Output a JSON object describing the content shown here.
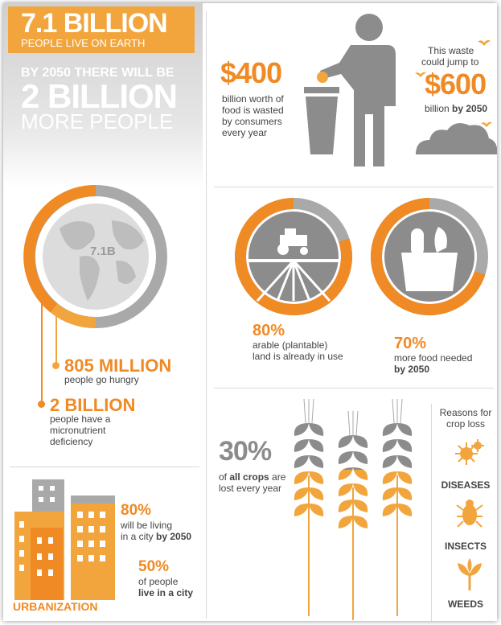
{
  "population": {
    "headline": "7.1 BILLION",
    "subline": "PEOPLE LIVE ON EARTH",
    "by_2050": "BY 2050 THERE WILL BE",
    "two_billion": "2 BILLION",
    "more_people": "MORE PEOPLE",
    "globe_label": "7.1B"
  },
  "hunger": {
    "value": "805 MILLION",
    "text": "people go hungry"
  },
  "micronutrient": {
    "value": "2 BILLION",
    "line1": "people have a",
    "line2": "micronutrient",
    "line3": "deficiency"
  },
  "urbanization": {
    "title": "URBANIZATION",
    "stat1_value": "80%",
    "stat1_line1": "will be living",
    "stat1_line2_a": "in a city ",
    "stat1_line2_b": "by 2050",
    "stat2_value": "50%",
    "stat2_line1": "of people",
    "stat2_line2": "live in a city"
  },
  "waste": {
    "value": "$400",
    "line1": "billion worth of",
    "line2": "food is wasted",
    "line3": "by consumers",
    "line4": "every year",
    "jump_line1": "This waste",
    "jump_line2": "could jump to",
    "jump_value": "$600",
    "jump_line3_a": "billion ",
    "jump_line3_b": "by 2050"
  },
  "arable": {
    "value": "80%",
    "line1": "arable (plantable)",
    "line2": "land is already in use",
    "percent": 80
  },
  "more_food": {
    "value": "70%",
    "line1": "more food needed",
    "line2": "by 2050",
    "percent": 70
  },
  "crops": {
    "value": "30%",
    "line1_a": "of ",
    "line1_b": "all crops",
    "line1_c": " are",
    "line2": "lost every year"
  },
  "reasons": {
    "title_line1": "Reasons for",
    "title_line2": "crop loss",
    "items": [
      "DISEASES",
      "INSECTS",
      "WEEDS"
    ]
  },
  "colors": {
    "orange": "#f08a24",
    "light_orange": "#f2a53c",
    "gray": "#8c8c8c",
    "light_gray": "#d0d0d0"
  }
}
